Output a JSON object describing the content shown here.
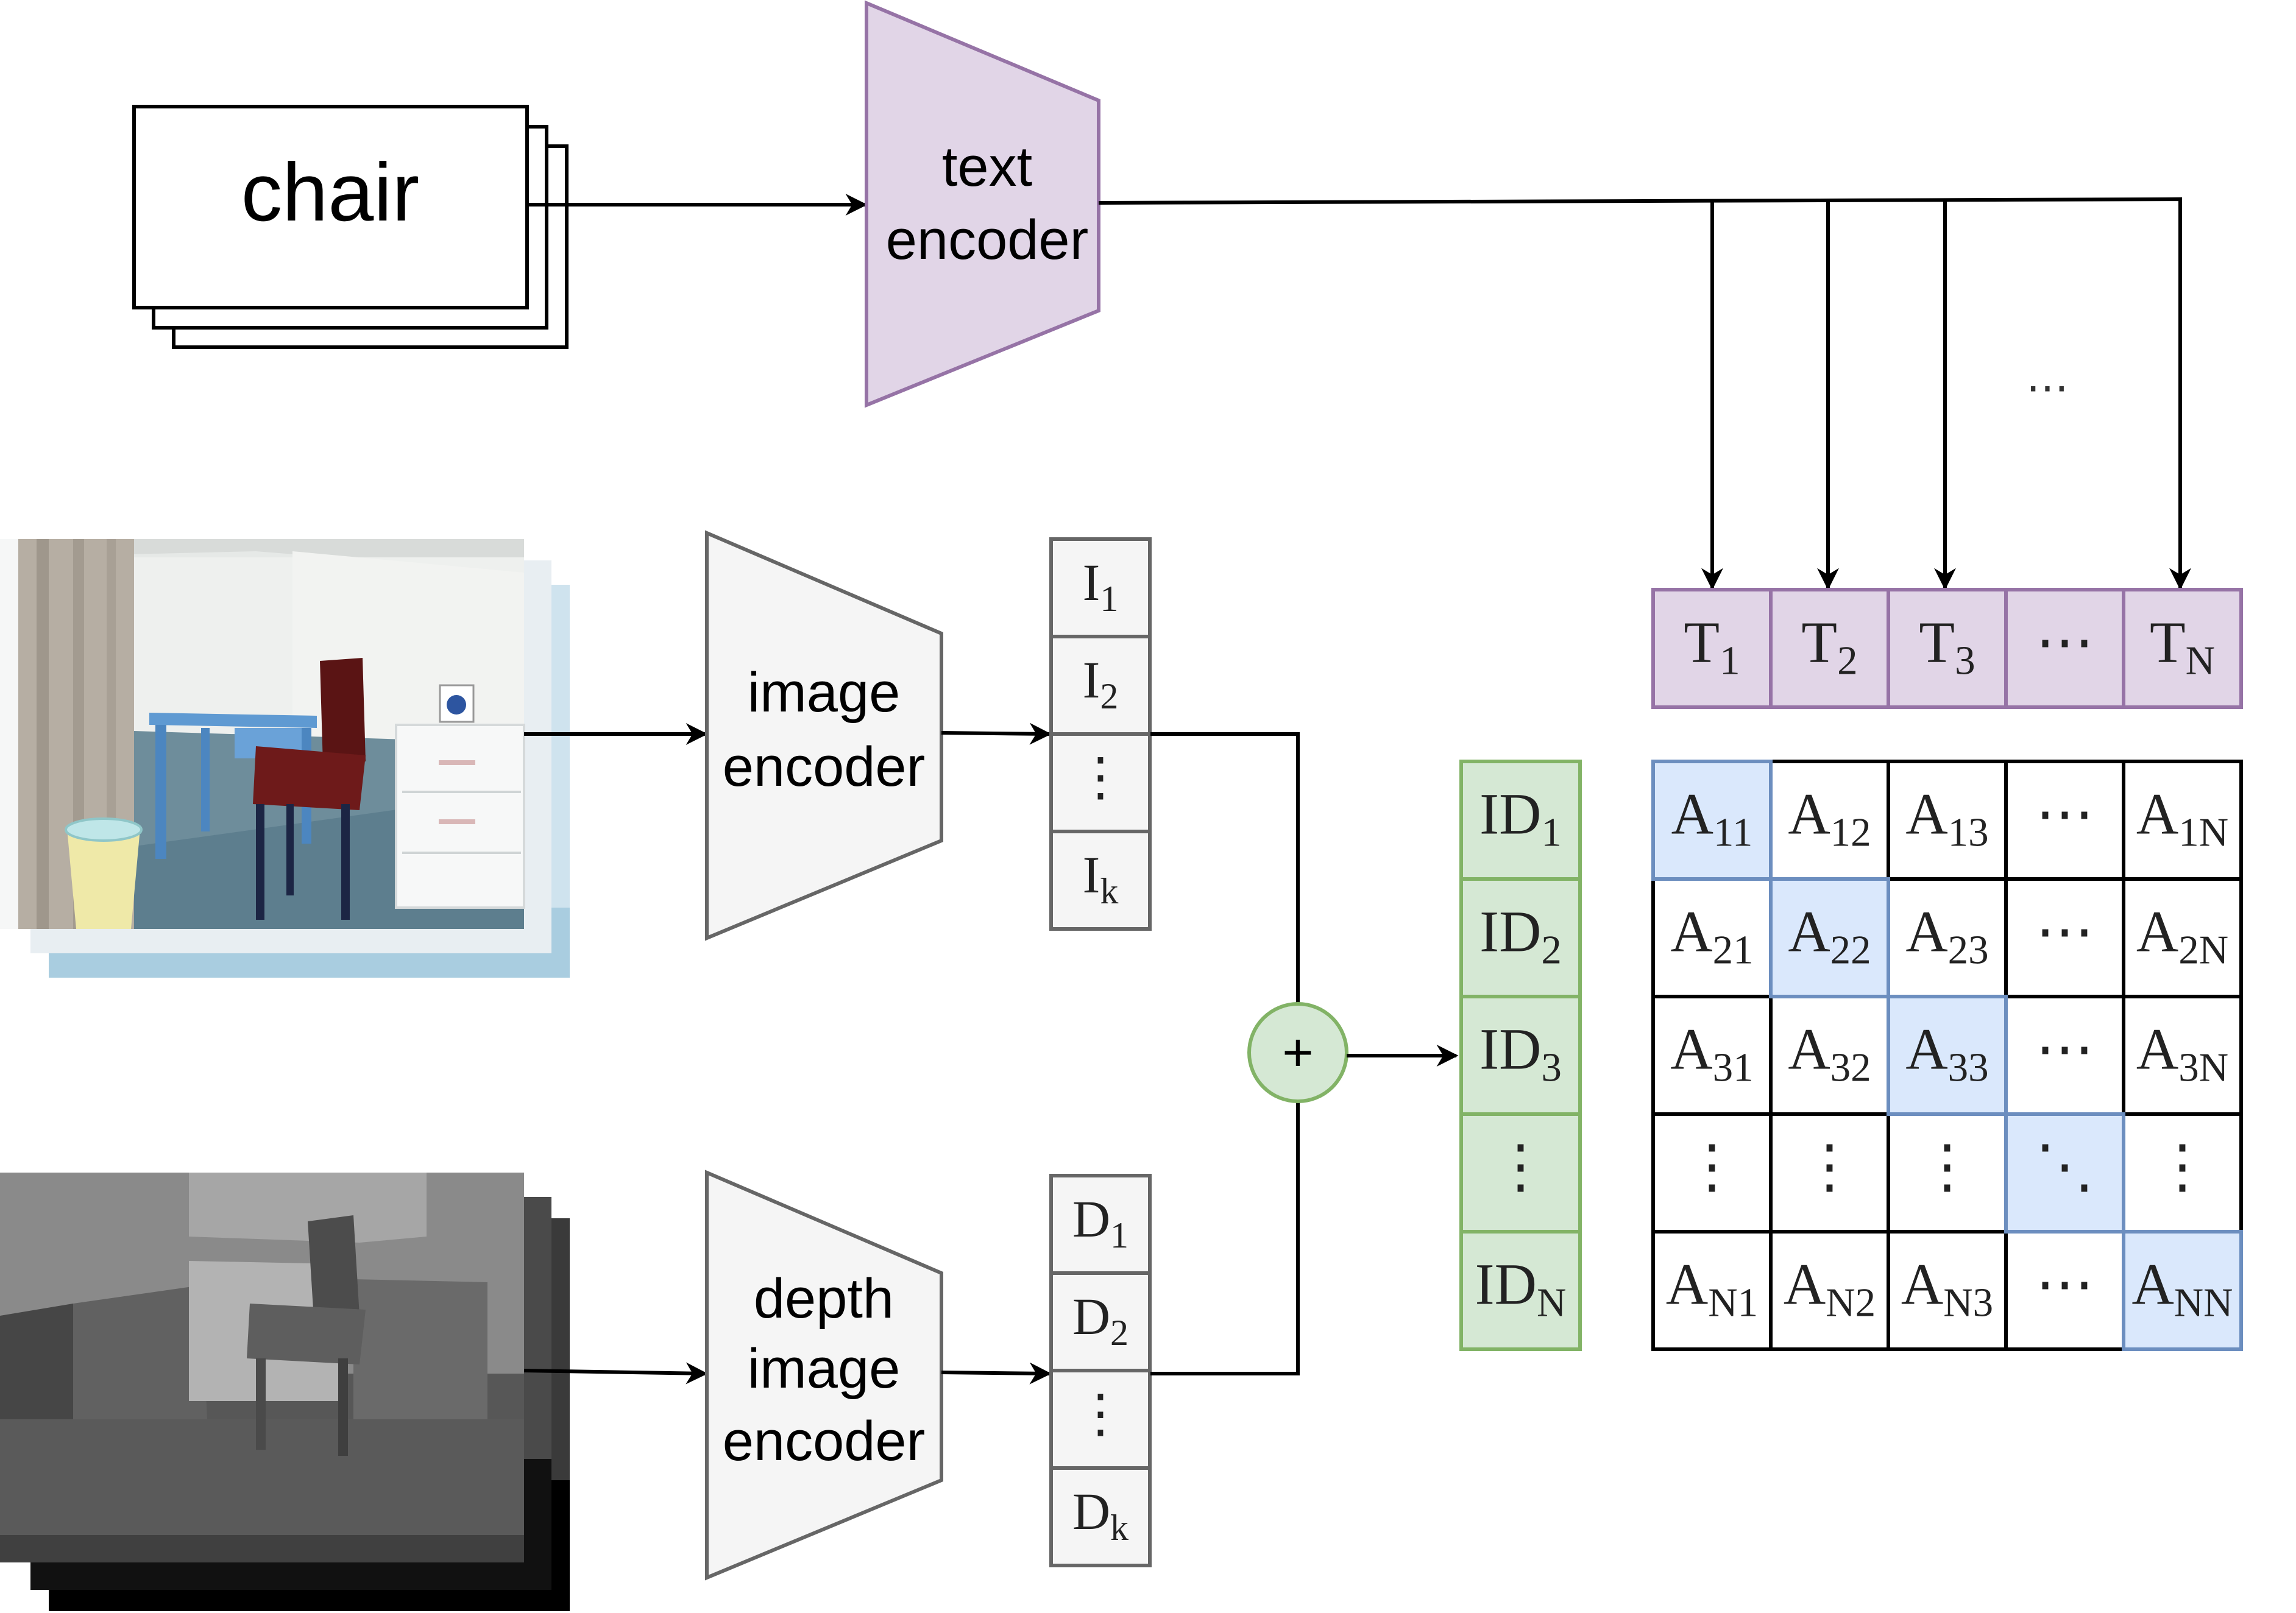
{
  "text_input": {
    "label": "chair"
  },
  "text_encoder": {
    "line1": "text",
    "line2": "encoder"
  },
  "image_encoder": {
    "line1": "image",
    "line2": "encoder"
  },
  "depth_encoder": {
    "line1": "depth",
    "line2": "image",
    "line3": "encoder"
  },
  "plus_node": {
    "symbol": "+"
  },
  "ellipsis": "⋯",
  "vdots": "⋮",
  "ddots": "⋱",
  "image_features": [
    {
      "base": "I",
      "sub": "1"
    },
    {
      "base": "I",
      "sub": "2"
    },
    {
      "base": "",
      "sub": "",
      "dots": "⋮"
    },
    {
      "base": "I",
      "sub": "k"
    }
  ],
  "depth_features": [
    {
      "base": "D",
      "sub": "1"
    },
    {
      "base": "D",
      "sub": "2"
    },
    {
      "base": "",
      "sub": "",
      "dots": "⋮"
    },
    {
      "base": "D",
      "sub": "k"
    }
  ],
  "fused_features": [
    {
      "base": "ID",
      "sub": "1"
    },
    {
      "base": "ID",
      "sub": "2"
    },
    {
      "base": "ID",
      "sub": "3"
    },
    {
      "base": "",
      "sub": "",
      "dots": "⋮"
    },
    {
      "base": "ID",
      "sub": "N"
    }
  ],
  "text_features": [
    {
      "base": "T",
      "sub": "1"
    },
    {
      "base": "T",
      "sub": "2"
    },
    {
      "base": "T",
      "sub": "3"
    },
    {
      "base": "",
      "sub": "",
      "dots": "⋯"
    },
    {
      "base": "T",
      "sub": "N"
    }
  ],
  "matrix": {
    "rows": [
      [
        {
          "base": "A",
          "sub": "11",
          "hl": true
        },
        {
          "base": "A",
          "sub": "12"
        },
        {
          "base": "A",
          "sub": "13"
        },
        {
          "dots": "⋯"
        },
        {
          "base": "A",
          "sub": "1N"
        }
      ],
      [
        {
          "base": "A",
          "sub": "21"
        },
        {
          "base": "A",
          "sub": "22",
          "hl": true
        },
        {
          "base": "A",
          "sub": "23"
        },
        {
          "dots": "⋯"
        },
        {
          "base": "A",
          "sub": "2N"
        }
      ],
      [
        {
          "base": "A",
          "sub": "31"
        },
        {
          "base": "A",
          "sub": "32"
        },
        {
          "base": "A",
          "sub": "33",
          "hl": true
        },
        {
          "dots": "⋯"
        },
        {
          "base": "A",
          "sub": "3N"
        }
      ],
      [
        {
          "dots": "⋮"
        },
        {
          "dots": "⋮"
        },
        {
          "dots": "⋮"
        },
        {
          "dots": "⋱",
          "hl": true
        },
        {
          "dots": "⋮"
        }
      ],
      [
        {
          "base": "A",
          "sub": "N1"
        },
        {
          "base": "A",
          "sub": "N2"
        },
        {
          "base": "A",
          "sub": "N3"
        },
        {
          "dots": "⋯"
        },
        {
          "base": "A",
          "sub": "NN",
          "hl": true
        }
      ]
    ]
  },
  "colors": {
    "text_encoder_fill": "#e1d5e7",
    "text_encoder_stroke": "#9673a6",
    "encoder_fill": "#f5f5f5",
    "encoder_stroke": "#666666",
    "fused_fill": "#d5e8d4",
    "fused_stroke": "#82b366",
    "highlight_fill": "#dae8fc",
    "highlight_stroke": "#6c8ebf"
  }
}
